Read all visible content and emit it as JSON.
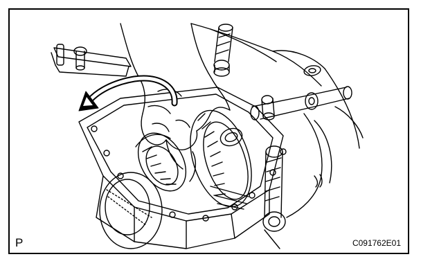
{
  "figure": {
    "corner_label": "P",
    "figure_code": "C091762E01",
    "line_color": "#000000",
    "background_color": "#ffffff",
    "rotation_arrow_direction": "counterclockwise"
  }
}
